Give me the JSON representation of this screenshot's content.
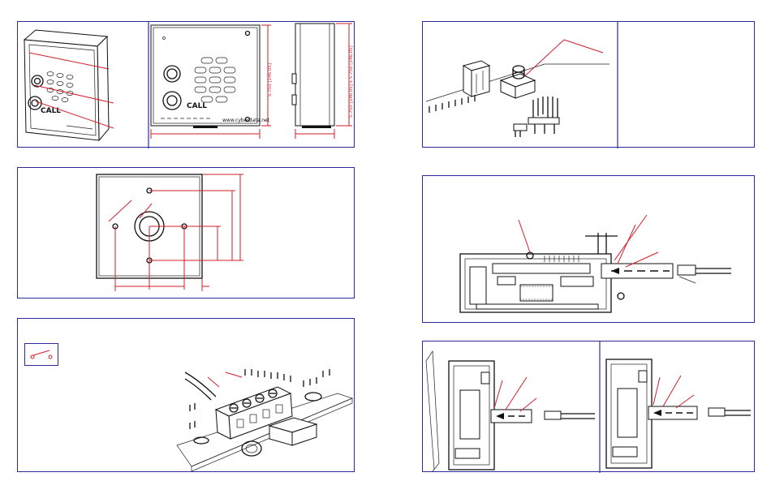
{
  "colors": {
    "frame": "#2b2b9a",
    "dimension": "#d21f2a",
    "ink": "#111111"
  },
  "front_view": {
    "button_label": "CALL",
    "brand_text": "www.cyberdata.net"
  },
  "side_view": {
    "height_label": "5.750 [146.05] x 5.750 [146.05]"
  },
  "front_height_label": "5.750 [146.05]",
  "icons": {
    "switch": "switch-symbol-icon",
    "wire": "wire-insertion-icon"
  }
}
